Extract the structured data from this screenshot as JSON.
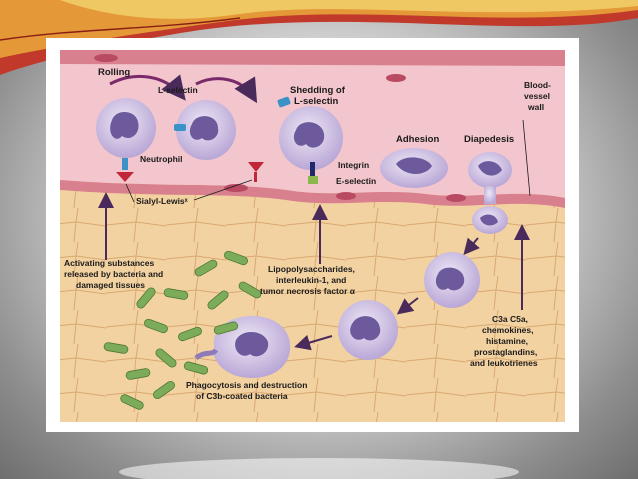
{
  "slide": {
    "accent_colors": [
      "#c0392b",
      "#e8a33a",
      "#f2d06b"
    ]
  },
  "figure": {
    "labels": {
      "rolling": "Rolling",
      "l_selectin": "L-selectin",
      "shedding_line1": "Shedding of",
      "shedding_line2": "L-selectin",
      "neutrophil": "Neutrophil",
      "integrin": "Integrin",
      "e_selectin": "E-selectin",
      "sialyl_lewis": "Sialyl-Lewisˣ",
      "adhesion": "Adhesion",
      "diapedesis": "Diapedesis",
      "vessel_line1": "Blood-",
      "vessel_line2": "vessel",
      "vessel_line3": "wall",
      "activating_line1": "Activating substances",
      "activating_line2": "released by bacteria and",
      "activating_line3": "damaged tissues",
      "lps_line1": "Lipopolysaccharides,",
      "lps_line2": "interleukin-1, and",
      "lps_line3": "tumor necrosis factor α",
      "c3a_line1": "C3a  C5a,",
      "c3a_line2": "chemokines,",
      "c3a_line3": "histamine,",
      "c3a_line4": "prostaglandins,",
      "c3a_line5": "and leukotrienes",
      "phago_line1": "Phagocytosis and destruction",
      "phago_line2": "of C3b-coated bacteria"
    },
    "colors": {
      "vessel_lumen": "#f2c6cc",
      "vessel_wall": "#d9808e",
      "tissue": "#f3d2a2",
      "cell": "#d9cce8",
      "nucleus": "#6d5a9c",
      "bacteria": "#7cab5a",
      "arrow": "#4a2a5a"
    }
  }
}
